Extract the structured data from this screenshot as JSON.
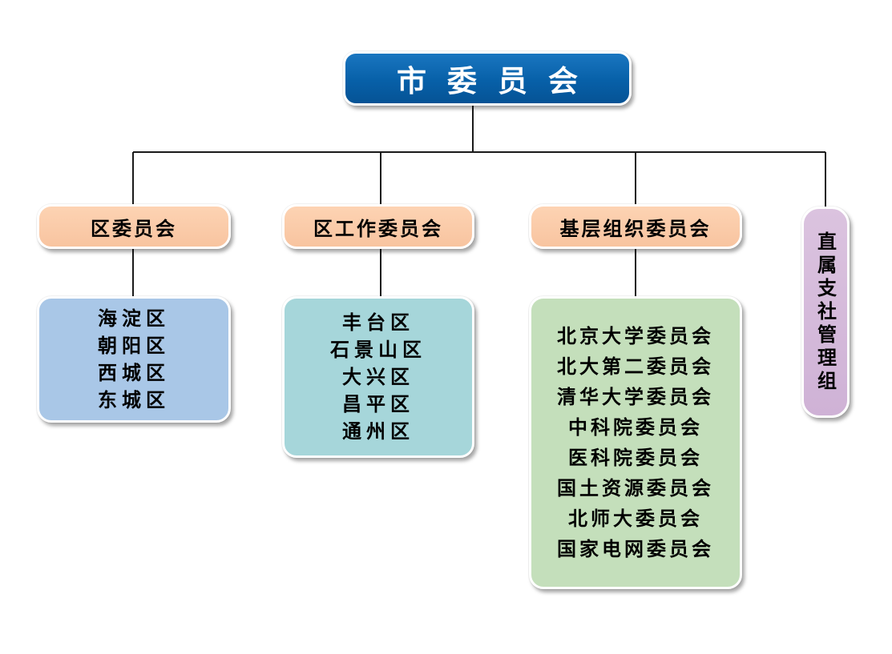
{
  "root": {
    "title": "市委员会"
  },
  "categories": [
    {
      "label": "区委员会",
      "items": [
        "海淀区",
        "朝阳区",
        "西城区",
        "东城区"
      ]
    },
    {
      "label": "区工作委员会",
      "items": [
        "丰台区",
        "石景山区",
        "大兴区",
        "昌平区",
        "通州区"
      ]
    },
    {
      "label": "基层组织委员会",
      "items": [
        "北京大学委员会",
        "北大第二委员会",
        "清华大学委员会",
        "中科院委员会",
        "医科院委员会",
        "国土资源委员会",
        "北师大委员会",
        "国家电网委员会"
      ]
    },
    {
      "label": "直属支社管理组"
    }
  ],
  "colors": {
    "root": "#0760a8",
    "category": "#f8c4a0",
    "list_1": "#a9c7e7",
    "list_2": "#a6d6da",
    "list_3": "#c4dfbb",
    "category_4": "#cfb2d6"
  }
}
